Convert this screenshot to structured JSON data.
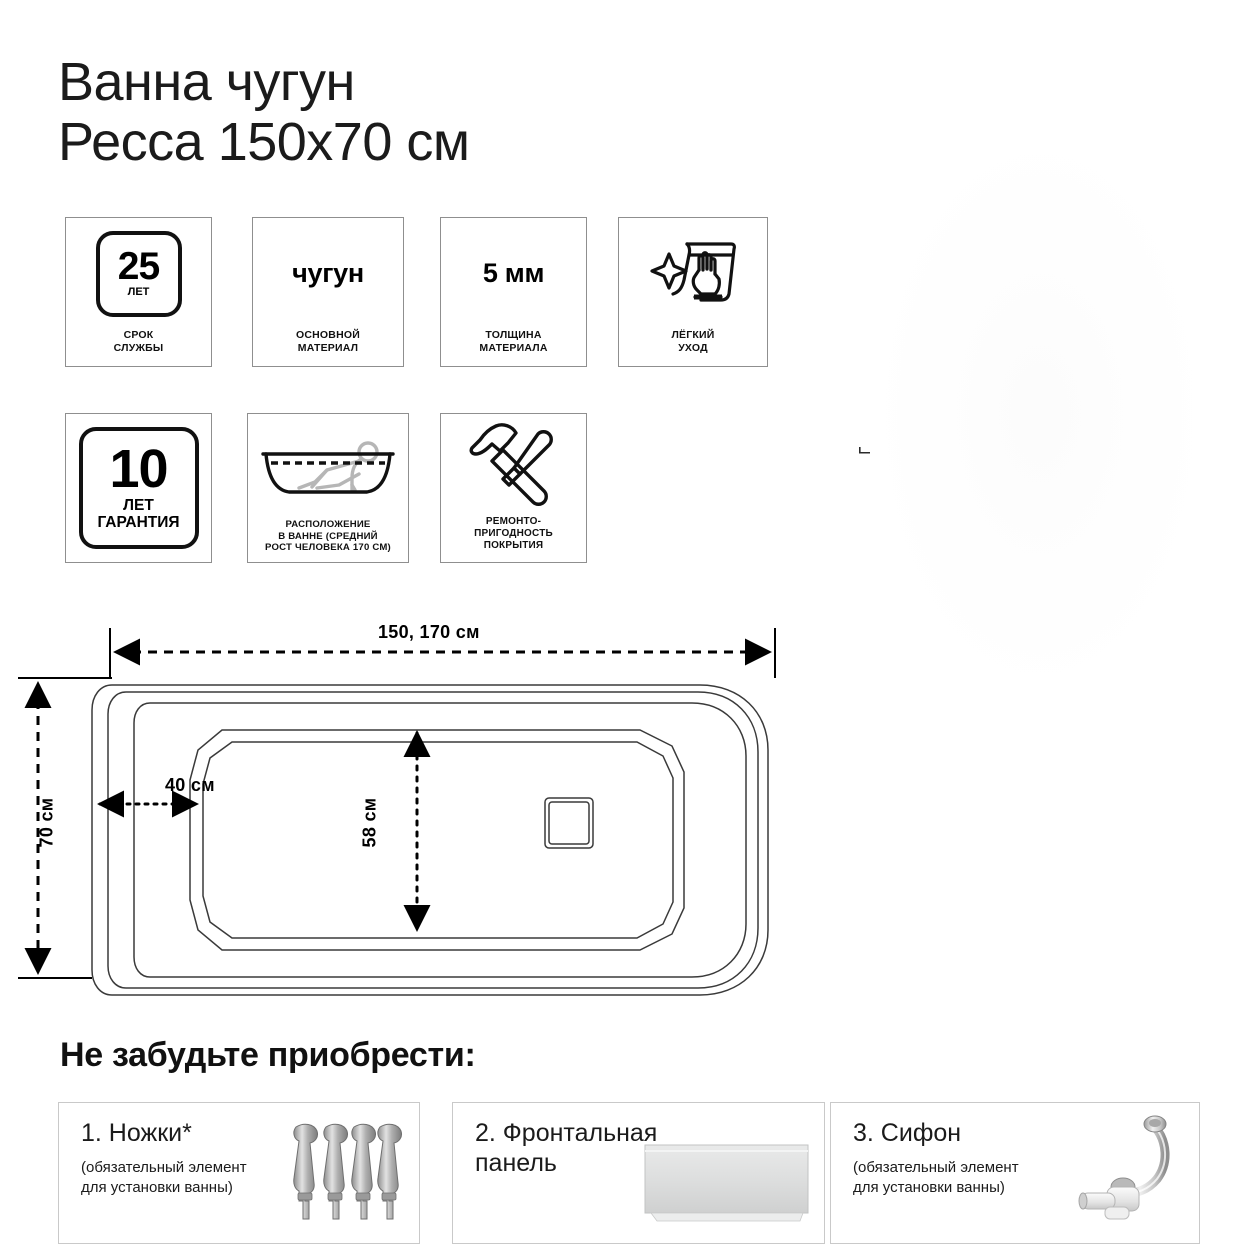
{
  "product": {
    "title_line1": "Ванна чугун",
    "title_line2": "Ресса 150х70 см",
    "title_full": "Ванна чугун\nРесса 150х70 см"
  },
  "badges": [
    {
      "id": "service-life",
      "value": "25",
      "value_sub": "ЛЕТ",
      "caption": "СРОК\nСЛУЖБЫ",
      "icon": "rounded-number-box"
    },
    {
      "id": "main-material",
      "value": "чугун",
      "caption": "ОСНОВНОЙ\nМАТЕРИАЛ",
      "icon": "text-word"
    },
    {
      "id": "material-thickness",
      "value": "5 мм",
      "caption": "ТОЛЩИНА\nМАТЕРИАЛА",
      "icon": "text-word"
    },
    {
      "id": "easy-care",
      "value": "",
      "caption": "ЛЁГКИЙ\nУХОД",
      "icon": "cleaning-hand-sparkle-icon"
    },
    {
      "id": "warranty",
      "value": "10",
      "value_sub": "ЛЕТ\nГАРАНТИЯ",
      "caption": "",
      "icon": "rounded-number-box"
    },
    {
      "id": "body-position",
      "value": "",
      "caption": "РАСПОЛОЖЕНИЕ\nВ ВАННЕ (СРЕДНИЙ\nРОСТ ЧЕЛОВЕКА 170 СМ)",
      "icon": "bathtub-person-icon"
    },
    {
      "id": "repairability",
      "value": "",
      "caption": "РЕМОНТО-\nПРИГОДНОСТЬ\nПОКРЫТИЯ",
      "icon": "hammer-screwdriver-icon"
    }
  ],
  "drawing": {
    "view": "bathtub-top-view-plan",
    "dimensions": {
      "length": "150, 170 см",
      "width": "70 см",
      "inner_end_width": "40 см",
      "inner_width": "58 см"
    },
    "detail": "drain-overflow-square"
  },
  "accessories": {
    "heading": "Не забудьте приобрести:",
    "items": [
      {
        "title": "1. Ножки*",
        "note": "(обязательный элемент\nдля установки ванны)",
        "art": "bath-legs-photo"
      },
      {
        "title": "2. Фронтальная\nпанель",
        "note": "",
        "art": "front-panel-photo"
      },
      {
        "title": "3. Сифон",
        "note": "(обязательный элемент\nдля установки ванны)",
        "art": "siphon-photo"
      }
    ]
  },
  "colors": {
    "text": "#1a1a1a",
    "badge_border": "#8f8f8f",
    "card_border": "#c9c9c9",
    "drawing_line": "#3a3a3a",
    "dim_line": "#000000",
    "background": "#ffffff"
  }
}
